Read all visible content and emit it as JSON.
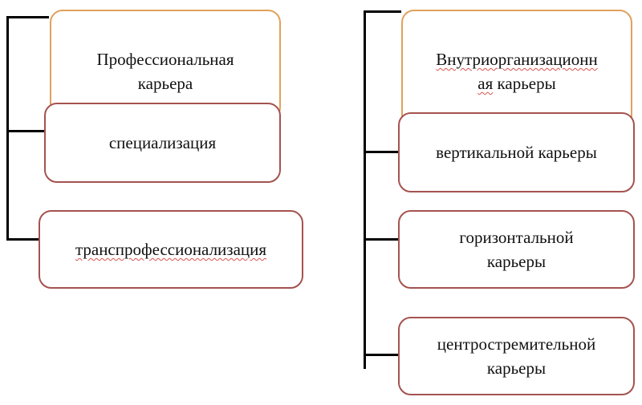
{
  "left": {
    "header": "Профессиональная карьера",
    "items": [
      "специализация",
      "транспрофессионализация"
    ]
  },
  "right": {
    "header_part1": "Внутриорганизационн",
    "header_part2": "ая",
    "header_part3": " карьеры",
    "items": [
      "вертикальной карьеры",
      "горизонтальной карьеры",
      "центростремительной карьеры"
    ]
  },
  "colors": {
    "header_border": "#e0a15e",
    "item_border": "#a4534f",
    "connector": "#000000"
  }
}
